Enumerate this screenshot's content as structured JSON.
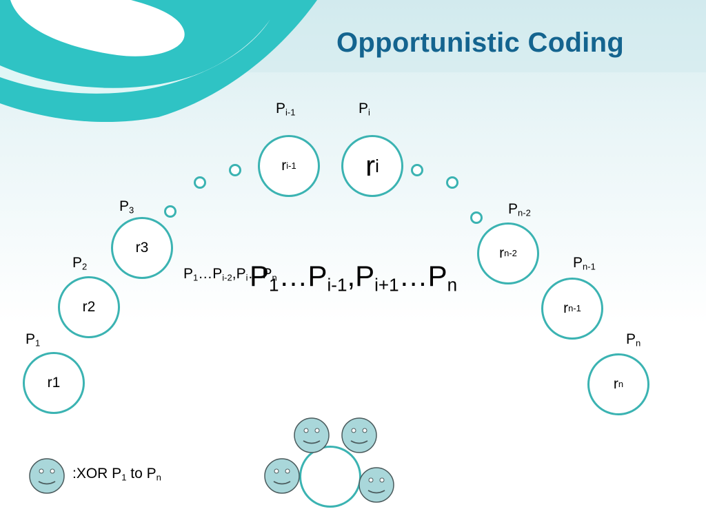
{
  "title": "Opportunistic Coding",
  "nodes": [
    {
      "id": "p1",
      "p": "P",
      "p_sub": "1",
      "r": "r1",
      "r_sub": ""
    },
    {
      "id": "p2",
      "p": "P",
      "p_sub": "2",
      "r": "r2",
      "r_sub": ""
    },
    {
      "id": "p3",
      "p": "P",
      "p_sub": "3",
      "r": "r3",
      "r_sub": ""
    },
    {
      "id": "pim1",
      "p": "P",
      "p_sub": "i-1",
      "r": "r",
      "r_sub": "i-1"
    },
    {
      "id": "pi",
      "p": "P",
      "p_sub": "i",
      "r": "r",
      "r_sub": "i"
    },
    {
      "id": "pn2",
      "p": "P",
      "p_sub": "n-2",
      "r": "r",
      "r_sub": "n-2"
    },
    {
      "id": "pn1",
      "p": "P",
      "p_sub": "n-1",
      "r": "r",
      "r_sub": "n-1"
    },
    {
      "id": "pn",
      "p": "P",
      "p_sub": "n",
      "r": "r",
      "r_sub": "n"
    }
  ],
  "small_expression": {
    "parts": [
      {
        "t": "P",
        "s": "1"
      },
      {
        "t": "…P",
        "s": "i-2"
      },
      {
        "t": ",P",
        "s": "i"
      },
      {
        "t": "…P",
        "s": "n"
      }
    ]
  },
  "big_expression": {
    "parts": [
      {
        "t": "P",
        "s": "1"
      },
      {
        "t": "…P",
        "s": "i-1"
      },
      {
        "t": ",P",
        "s": "i+1"
      },
      {
        "t": "…P",
        "s": "n"
      }
    ]
  },
  "legend": {
    "text": ":XOR P",
    "sub1": "1",
    "mid": " to P",
    "sub2": "n"
  },
  "colors": {
    "accent": "#3bb3b2",
    "title": "#14648f",
    "face": "#a9d7da"
  }
}
